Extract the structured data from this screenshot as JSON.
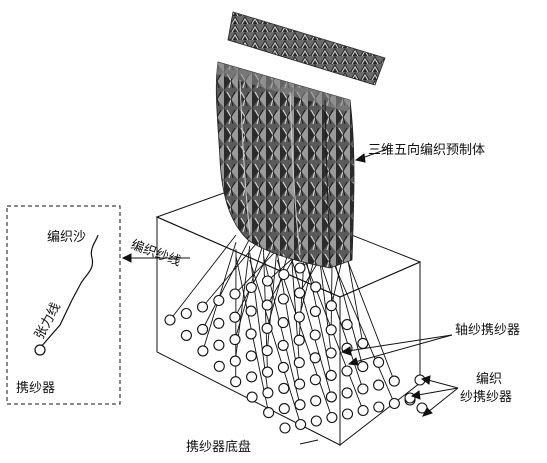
{
  "labels": {
    "preform": "三维五向编织预制体",
    "braid_yarn": "编织沙",
    "braid_line": "编织纱线",
    "tension_line": "张力线",
    "carrier": "携纱器",
    "axial_carrier": "轴纱携纱器",
    "braid_carrier_line1": "编织",
    "braid_carrier_line2": "纱携纱器",
    "chassis": "携纱器底盘"
  },
  "colors": {
    "line": "#111111",
    "preform_dark": "#3a3a3a",
    "preform_mid": "#777777",
    "preform_light": "#c8c8c8"
  }
}
